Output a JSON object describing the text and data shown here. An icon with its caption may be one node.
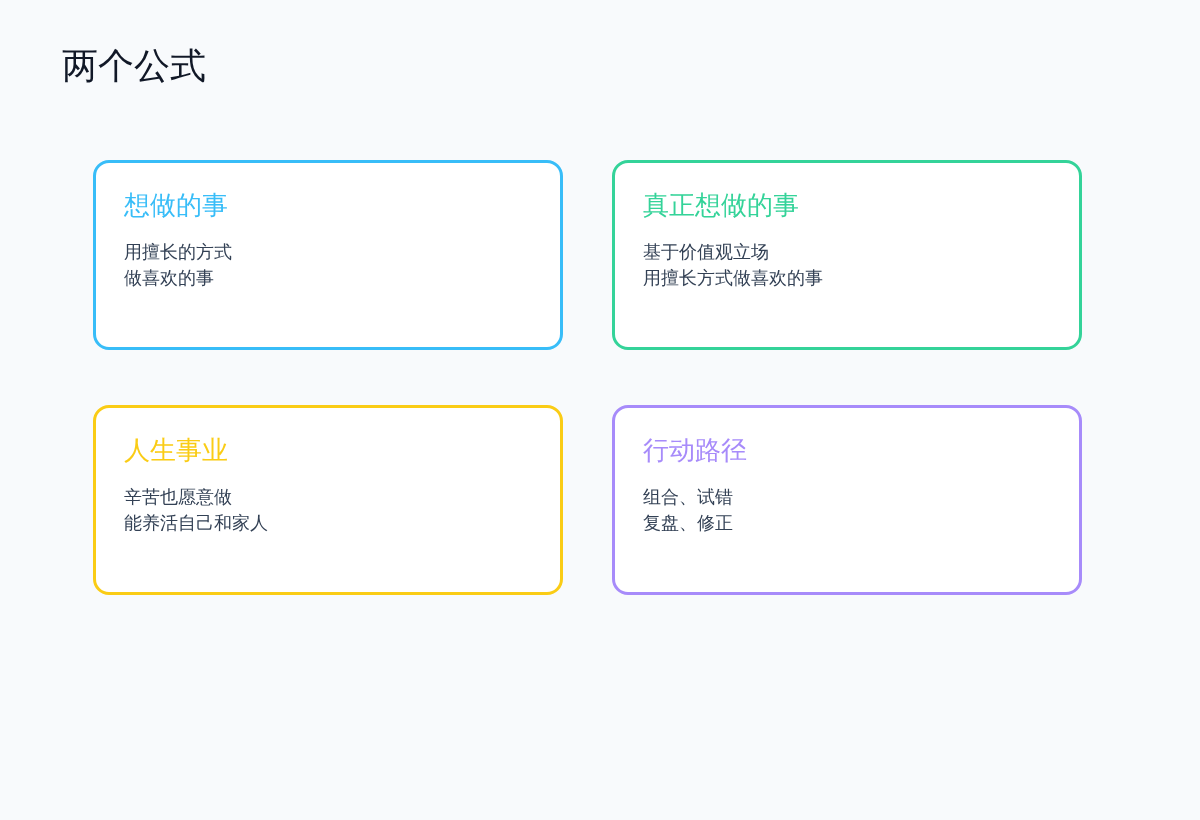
{
  "diagram": {
    "title": "两个公式",
    "nodes": [
      {
        "text": [
          "想做的事",
          "用擅长的方式",
          "做喜欢的事"
        ]
      },
      {
        "text": [
          "真正想做的事",
          "基于价值观立场",
          "用擅长方式做喜欢的事"
        ]
      },
      {
        "text": [
          "人生事业",
          "辛苦也愿意做",
          "能养活自己和家人"
        ]
      },
      {
        "text": [
          "行动路径",
          "组合、试错",
          "复盘、修正"
        ]
      }
    ],
    "edges": []
  }
}
